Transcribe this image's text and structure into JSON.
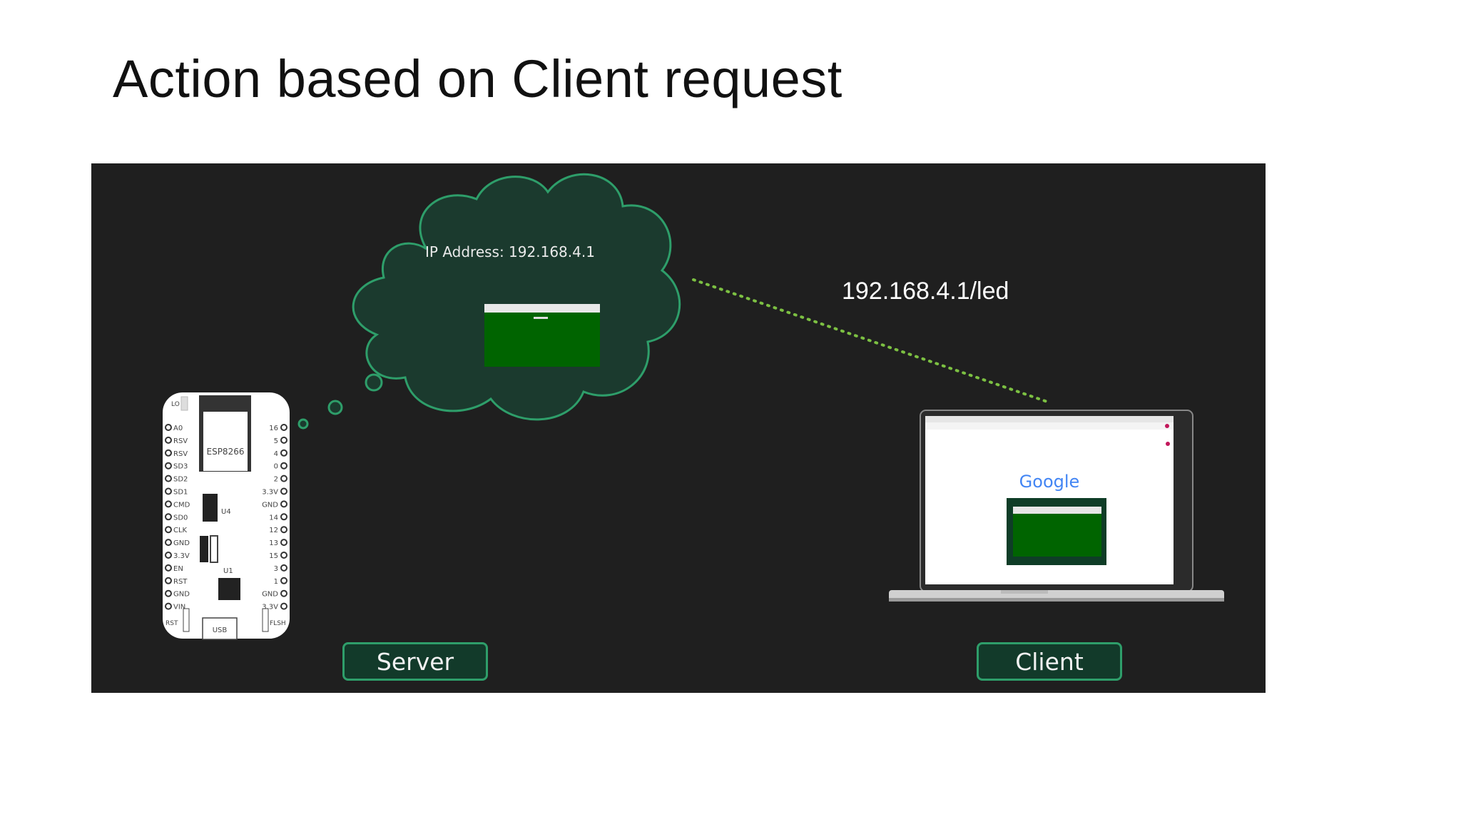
{
  "slide": {
    "title": "Action based on Client request"
  },
  "diagram": {
    "cloud_label": "IP Address: 192.168.4.1",
    "request_url": "192.168.4.1/led",
    "server_label": "Server",
    "client_label": "Client",
    "board": {
      "chip_label": "ESP8266",
      "u4_label": "U4",
      "u1_label": "U1",
      "lo_label": "LO",
      "usb_label": "USB",
      "rst_label": "RST",
      "flsh_label": "FLSH",
      "left_pins": [
        "A0",
        "RSV",
        "RSV",
        "SD3",
        "SD2",
        "SD1",
        "CMD",
        "SD0",
        "CLK",
        "GND",
        "3.3V",
        "EN",
        "RST",
        "GND",
        "VIN"
      ],
      "right_pins": [
        "16",
        "5",
        "4",
        "0",
        "2",
        "3.3V",
        "GND",
        "14",
        "12",
        "13",
        "15",
        "3",
        "1",
        "GND",
        "3.3V"
      ]
    },
    "browser_logo": "Google",
    "colors": {
      "panel": "#1f1f1f",
      "cloud_fill": "#1b3a2e",
      "accent": "#2e9e6a",
      "page_green": "#006400",
      "dotted_line": "#7cc042"
    }
  }
}
